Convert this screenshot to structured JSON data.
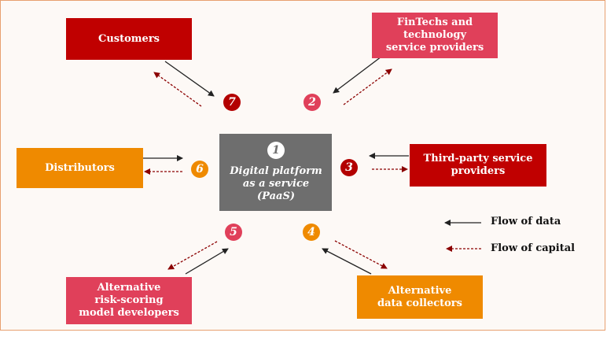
{
  "center": {
    "number": "1",
    "label": "Digital platform\nas a service\n(PaaS)"
  },
  "nodes": {
    "customers": {
      "number": "7",
      "label": "Customers"
    },
    "fintechs": {
      "number": "2",
      "label": "FinTechs and\ntechnology\nservice providers"
    },
    "third_party": {
      "number": "3",
      "label": "Third-party service\nproviders"
    },
    "data_collectors": {
      "number": "4",
      "label": "Alternative\ndata collectors"
    },
    "risk_scoring": {
      "number": "5",
      "label": "Alternative\nrisk-scoring\nmodel developers"
    },
    "distributors": {
      "number": "6",
      "label": "Distributors"
    }
  },
  "legend": {
    "data": "Flow of data",
    "capital": "Flow of capital"
  },
  "colors": {
    "dark_red": "#c00000",
    "pink": "#e0405a",
    "orange": "#ef8a00",
    "grey": "#6e6e6e"
  }
}
